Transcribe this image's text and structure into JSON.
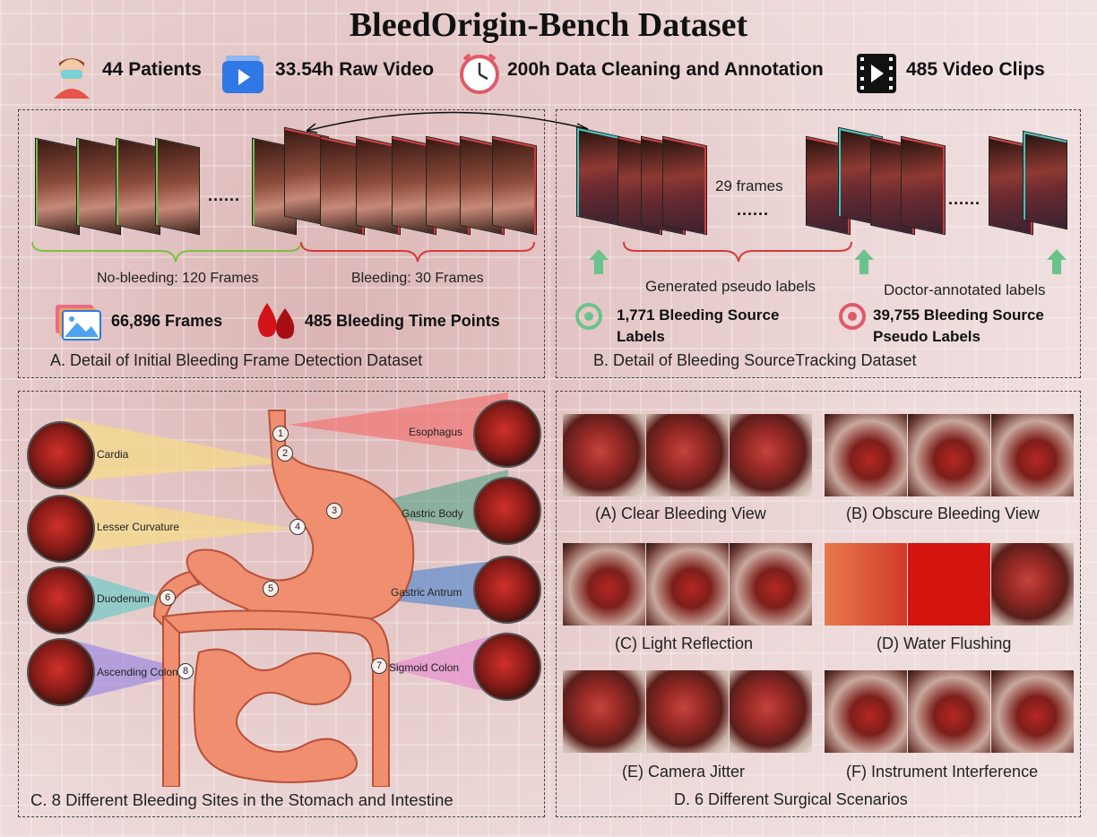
{
  "title": "BleedOrigin-Bench Dataset",
  "stats": [
    {
      "icon": "patient-icon",
      "label": "44 Patients"
    },
    {
      "icon": "video-icon",
      "label": "33.54h Raw Video"
    },
    {
      "icon": "clock-icon",
      "label": "200h Data Cleaning and Annotation"
    },
    {
      "icon": "film-icon",
      "label": "485 Video Clips"
    }
  ],
  "panel_a": {
    "no_bleeding_label": "No-bleeding: 120 Frames",
    "bleeding_label": "Bleeding: 30 Frames",
    "frames_stat": "66,896 Frames",
    "time_points_stat": "485 Bleeding Time Points",
    "caption": "A. Detail of Initial Bleeding Frame Detection Dataset",
    "ellipsis": "......",
    "colors": {
      "no_bleeding": "#6bbf4a",
      "bleeding": "#d23b3b"
    }
  },
  "panel_b": {
    "frames_label": "29 frames",
    "pseudo_label": "Generated pseudo labels",
    "doctor_label": "Doctor-annotated labels",
    "source_labels_line1": "1,771 Bleeding Source",
    "source_labels_line2": "Labels",
    "pseudo_stat_line1": "39,755 Bleeding Source",
    "pseudo_stat_line2": "Pseudo Labels",
    "caption": "B. Detail of Bleeding SourceTracking Dataset",
    "ellipsis": "......",
    "colors": {
      "annotated": "#6cc28c",
      "pseudo": "#e05a6a"
    }
  },
  "panel_c": {
    "caption": "C. 8 Different Bleeding Sites in the Stomach and Intestine",
    "sites": [
      {
        "num": "1",
        "name": "Esophagus"
      },
      {
        "num": "2",
        "name": "Cardia"
      },
      {
        "num": "3",
        "name": "Gastric Body"
      },
      {
        "num": "4",
        "name": "Lesser Curvature"
      },
      {
        "num": "5",
        "name": "Gastric Antrum"
      },
      {
        "num": "6",
        "name": "Duodenum"
      },
      {
        "num": "7",
        "name": "Sigmoid Colon"
      },
      {
        "num": "8",
        "name": "Ascending Colon"
      }
    ]
  },
  "panel_d": {
    "caption": "D. 6 Different Surgical Scenarios",
    "scenarios": [
      "(A) Clear Bleeding View",
      "(B) Obscure Bleeding View",
      "(C) Light Reflection",
      "(D) Water Flushing",
      "(E) Camera Jitter",
      "(F) Instrument Interference"
    ]
  }
}
